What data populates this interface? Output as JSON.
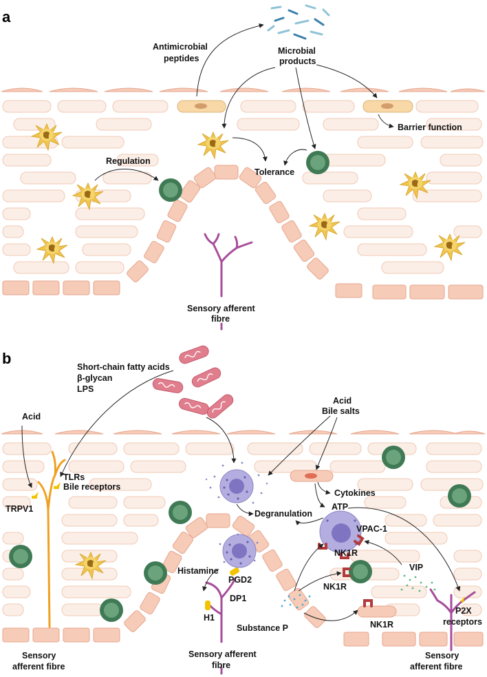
{
  "panel_a": {
    "letter": "a",
    "labels": {
      "antimicrobial_1": "Antimicrobial",
      "antimicrobial_2": "peptides",
      "microbial_1": "Microbial",
      "microbial_2": "products",
      "barrier": "Barrier function",
      "regulation": "Regulation",
      "tolerance": "Tolerance",
      "sensory_1": "Sensory afferent",
      "sensory_2": "fibre"
    }
  },
  "panel_b": {
    "letter": "b",
    "labels": {
      "scfa": "Short-chain fatty acids",
      "glycan": "β-glycan",
      "lps": "LPS",
      "acid_left": "Acid",
      "acid_right": "Acid",
      "bile_salts": "Bile salts",
      "tlrs": "TLRs",
      "bile_receptors": "Bile receptors",
      "trpv1": "TRPV1",
      "cytokines": "Cytokines",
      "atp": "ATP",
      "degranulation": "Degranulation",
      "vpac1": "VPAC-1",
      "nk1r_mast": "NK1R",
      "nk1r_immune": "NK1R",
      "nk1r_epi": "NK1R",
      "vip": "VIP",
      "histamine": "Histamine",
      "pgd2": "PGD2",
      "dp1": "DP1",
      "h1": "H1",
      "substance_p": "Substance P",
      "p2x_1": "P2X",
      "p2x_2": "receptors",
      "sens_left_1": "Sensory",
      "sens_left_2": "afferent fibre",
      "sens_mid_1": "Sensory afferent",
      "sens_mid_2": "fibre",
      "sens_right_1": "Sensory",
      "sens_right_2": "afferent fibre"
    }
  },
  "colors": {
    "epithelium_fill": "#fbeee6",
    "epithelium_stroke": "#f0c9b6",
    "crypt_fill": "#f6cbb8",
    "crypt_stroke": "#e6a68d",
    "dendritic": "#f0c54f",
    "lymphocyte": "#3f7a55",
    "mast_cell": "#b4aee0",
    "nerve": "#a64d9a",
    "nerve_orange": "#f0a020",
    "receptor_red": "#b23a3a",
    "receptor_yellow": "#f2c300",
    "bacteria": "#e07e8e"
  }
}
